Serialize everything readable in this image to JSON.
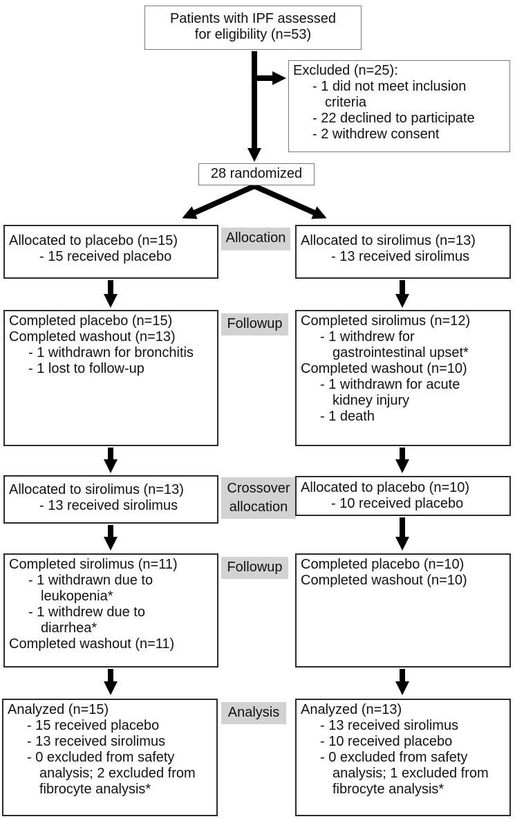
{
  "colors": {
    "label_bg": "#d2d2d2",
    "box_border_dark": "#2a2a2a",
    "box_border_light": "#7a7a7a",
    "arrow": "#000000"
  },
  "stages": {
    "allocation": "Allocation",
    "followup1": "Followup",
    "crossover": {
      "lines": [
        {
          "t": "Crossover",
          "s": "ctr"
        },
        {
          "t": "allocation",
          "s": "ctr"
        }
      ]
    },
    "followup2": "Followup",
    "analysis": "Analysis"
  },
  "nodes": {
    "eligibility": {
      "lines": [
        {
          "t": "Patients with IPF assessed",
          "s": "ctr"
        },
        {
          "t": "for eligibility (n=53)",
          "s": "ctr"
        }
      ]
    },
    "excluded": {
      "lines": [
        {
          "t": "Excluded (n=25):",
          "s": "p"
        },
        {
          "t": "- 1 did not meet inclusion",
          "s": "b"
        },
        {
          "t": "criteria",
          "s": "c"
        },
        {
          "t": "- 22 declined to participate",
          "s": "b"
        },
        {
          "t": "- 2 withdrew consent",
          "s": "b"
        }
      ]
    },
    "randomized": {
      "lines": [
        {
          "t": "28 randomized",
          "s": "ctr"
        }
      ]
    },
    "alloc_left": {
      "lines": [
        {
          "t": "Allocated to placebo (n=15)",
          "s": "p"
        },
        {
          "t": "- 15 received placebo",
          "s": "bw"
        }
      ]
    },
    "alloc_right": {
      "lines": [
        {
          "t": "Allocated to sirolimus (n=13)",
          "s": "p"
        },
        {
          "t": "- 13 received sirolimus",
          "s": "bw"
        }
      ]
    },
    "followup1_left": {
      "lines": [
        {
          "t": "Completed placebo (n=15)",
          "s": "p"
        },
        {
          "t": "Completed washout (n=13)",
          "s": "p"
        },
        {
          "t": "- 1 withdrawn for bronchitis",
          "s": "b"
        },
        {
          "t": "- 1 lost to follow-up",
          "s": "b"
        }
      ]
    },
    "followup1_right": {
      "lines": [
        {
          "t": "Completed sirolimus (n=12)",
          "s": "p"
        },
        {
          "t": "- 1 withdrew for",
          "s": "b"
        },
        {
          "t": "gastrointestinal upset*",
          "s": "c"
        },
        {
          "t": "Completed washout (n=10)",
          "s": "p"
        },
        {
          "t": "- 1 withdrawn for acute",
          "s": "b"
        },
        {
          "t": "kidney injury",
          "s": "c"
        },
        {
          "t": "- 1 death",
          "s": "b"
        }
      ]
    },
    "crossover_left": {
      "lines": [
        {
          "t": "Allocated to sirolimus (n=13)",
          "s": "p"
        },
        {
          "t": "- 13 received sirolimus",
          "s": "bw"
        }
      ]
    },
    "crossover_right": {
      "lines": [
        {
          "t": "Allocated to placebo (n=10)",
          "s": "p"
        },
        {
          "t": "- 10 received placebo",
          "s": "bw"
        }
      ]
    },
    "followup2_left": {
      "lines": [
        {
          "t": "Completed sirolimus (n=11)",
          "s": "p"
        },
        {
          "t": "- 1 withdrawn due to",
          "s": "b"
        },
        {
          "t": "leukopenia*",
          "s": "c"
        },
        {
          "t": "- 1 withdrew due to",
          "s": "b"
        },
        {
          "t": "diarrhea*",
          "s": "c"
        },
        {
          "t": "Completed washout (n=11)",
          "s": "p"
        }
      ]
    },
    "followup2_right": {
      "lines": [
        {
          "t": "Completed placebo (n=10)",
          "s": "p"
        },
        {
          "t": "Completed washout (n=10)",
          "s": "p"
        }
      ]
    },
    "analysis_left": {
      "lines": [
        {
          "t": "Analyzed (n=15)",
          "s": "p"
        },
        {
          "t": "- 15 received placebo",
          "s": "b"
        },
        {
          "t": "- 13 received sirolimus",
          "s": "b"
        },
        {
          "t": "- 0 excluded from safety",
          "s": "b"
        },
        {
          "t": "analysis; 2 excluded from",
          "s": "c"
        },
        {
          "t": "fibrocyte analysis*",
          "s": "c"
        }
      ]
    },
    "analysis_right": {
      "lines": [
        {
          "t": "Analyzed (n=13)",
          "s": "p"
        },
        {
          "t": "- 13 received sirolimus",
          "s": "b"
        },
        {
          "t": "- 10 received placebo",
          "s": "b"
        },
        {
          "t": "- 0 excluded from safety",
          "s": "b"
        },
        {
          "t": "analysis; 1 excluded from",
          "s": "c"
        },
        {
          "t": "fibrocyte analysis*",
          "s": "c"
        }
      ]
    }
  }
}
